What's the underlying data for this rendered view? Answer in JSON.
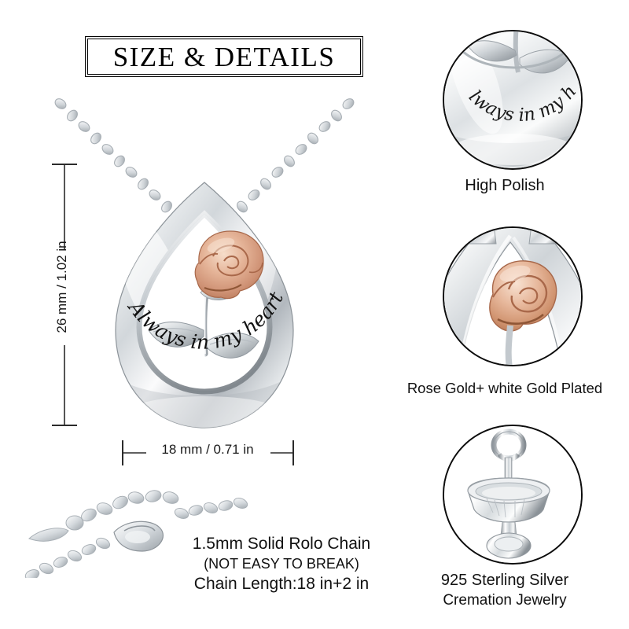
{
  "header": {
    "title": "SIZE & DETAILS"
  },
  "product": {
    "engraving_text": "Always in my heart",
    "metal_silver": "#e9ebec",
    "metal_silver_shadow": "#9aa0a6",
    "metal_silver_highlight": "#fbfbfc",
    "rose_gold_light": "#eccbb4",
    "rose_gold_mid": "#d9a183",
    "rose_gold_dark": "#bc7d5c"
  },
  "dimensions": {
    "height_label": "26 mm / 1.02 in",
    "width_label": "18 mm / 0.71 in"
  },
  "chain": {
    "line1": "1.5mm Solid Rolo Chain",
    "line2": "(NOT EASY TO BREAK)",
    "line3": "Chain Length:18 in+2 in"
  },
  "insets": [
    {
      "name": "high-polish",
      "caption": "High Polish",
      "detail_text": "lways in my h"
    },
    {
      "name": "rose-gold-plating",
      "caption": "Rose Gold+ white Gold Plated"
    },
    {
      "name": "sterling-silver",
      "caption_line1": "925 Sterling Silver",
      "caption_line2": "Cremation Jewelry"
    }
  ]
}
